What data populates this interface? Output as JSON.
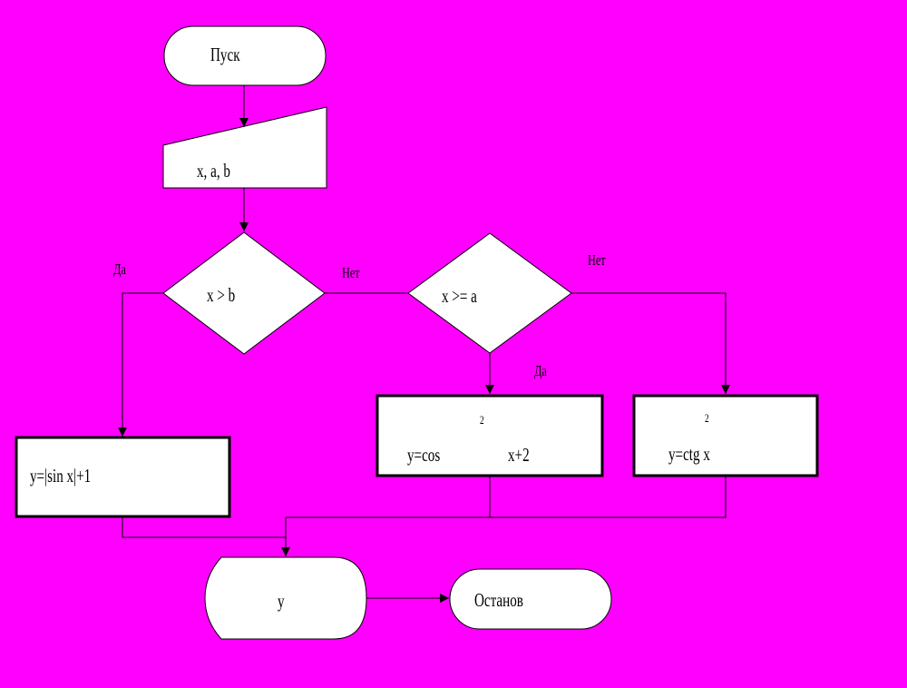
{
  "colors": {
    "background": "#FF00FF",
    "shape_fill": "#FFFFFF",
    "line": "#000000"
  },
  "nodes": {
    "start": "Пуск",
    "input": "x, a, b",
    "condition1": "x > b",
    "condition2": "x >= a",
    "process_sin": "y=|sin x|+1",
    "process_cos_left": "y=cos",
    "process_cos_right": "x+2",
    "process_cos_exp": "2",
    "process_ctg": "y=ctg x",
    "process_ctg_exp": "2",
    "output": "y",
    "stop": "Останов"
  },
  "edge_labels": {
    "cond1_yes": "Да",
    "cond1_no": "Нет",
    "cond2_yes": "Да",
    "cond2_no": "Нет"
  }
}
